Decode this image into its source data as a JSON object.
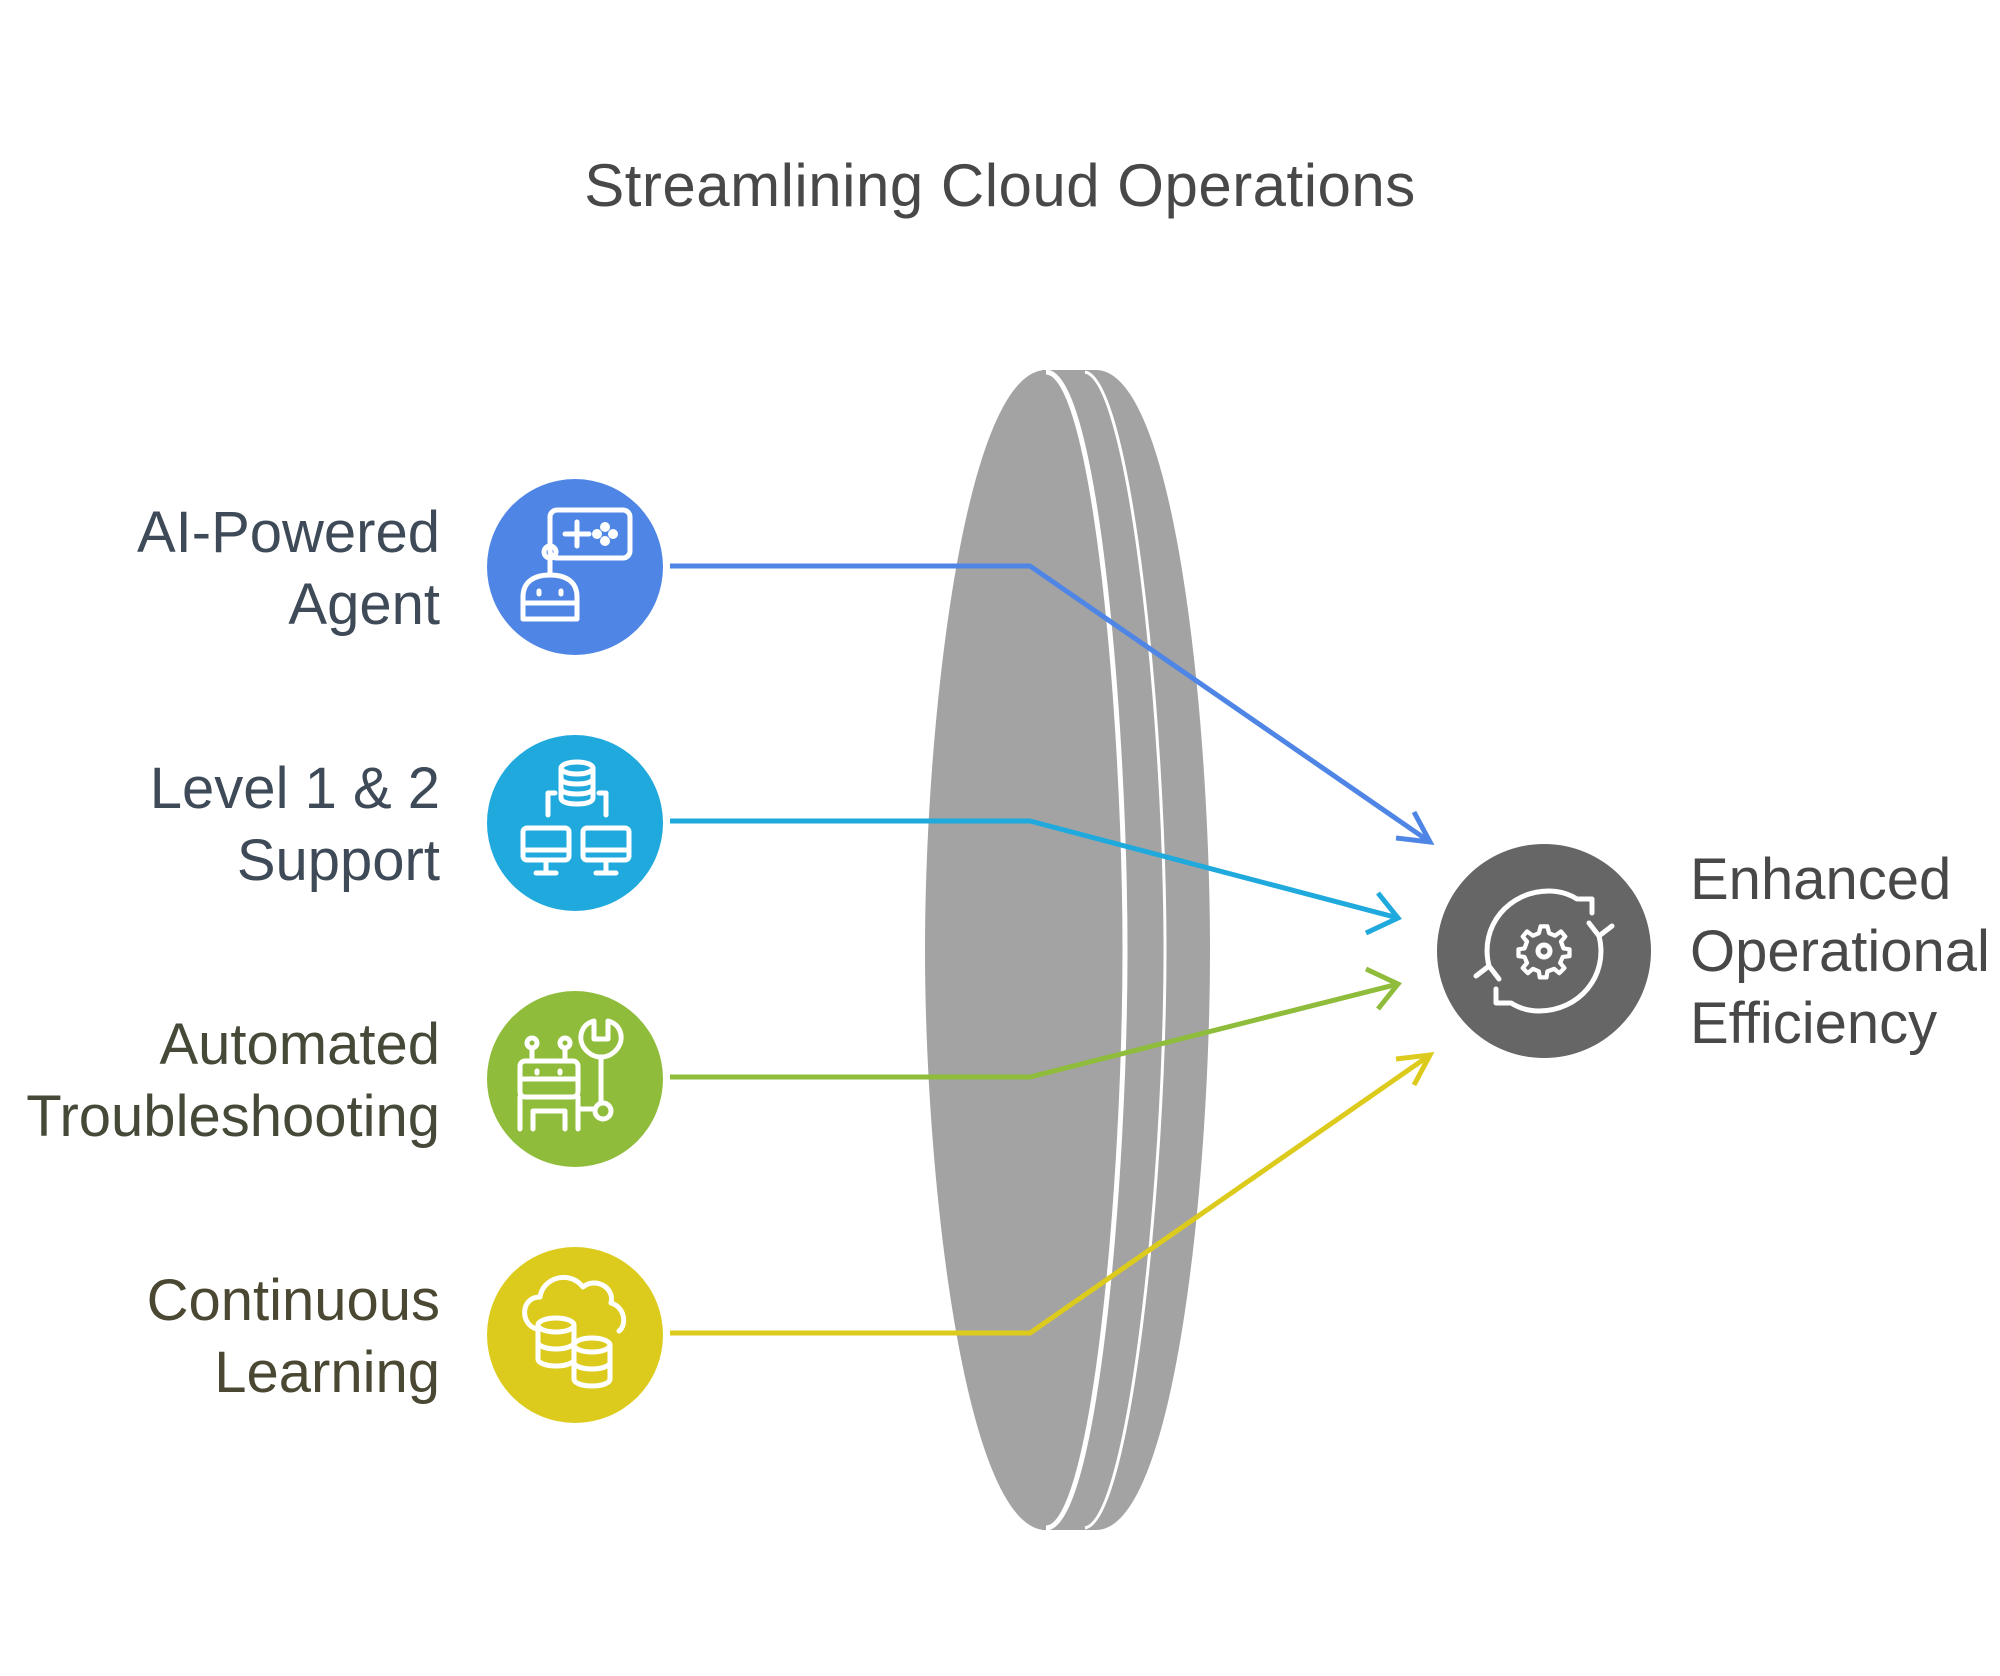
{
  "diagram": {
    "title": "Streamlining Cloud Operations",
    "inputs": [
      {
        "label": "AI-Powered\nAgent",
        "icon": "robot-gamepad-icon",
        "color": "#4F86E6",
        "label_color": "#3E4A57"
      },
      {
        "label": "Level 1 & 2\nSupport",
        "icon": "database-network-icon",
        "color": "#1FA9DC",
        "label_color": "#3E4A57"
      },
      {
        "label": "Automated\nTroubleshooting",
        "icon": "robot-wrench-icon",
        "color": "#8FBC3A",
        "label_color": "#454A38"
      },
      {
        "label": "Continuous\nLearning",
        "icon": "cloud-database-icon",
        "color": "#DCCB1C",
        "label_color": "#4A4832"
      }
    ],
    "output": {
      "label": "Enhanced\nOperational\nEfficiency",
      "icon": "gear-cycle-icon",
      "color": "#666666"
    },
    "lens_color": "#A3A3A3"
  }
}
